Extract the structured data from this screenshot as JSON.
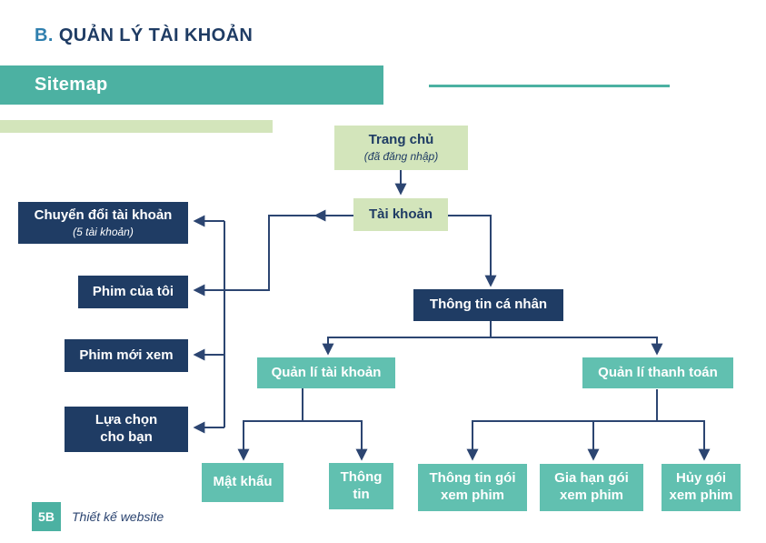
{
  "header": {
    "section_prefix": "B.",
    "section_title": "QUẢN LÝ TÀI KHOẢN",
    "banner_label": "Sitemap"
  },
  "nodes": {
    "home": {
      "label": "Trang chủ",
      "note": "(đã đăng nhập)"
    },
    "account": {
      "label": "Tài khoản"
    },
    "switch_account": {
      "label": "Chuyển đổi tài khoản",
      "note": "(5 tài khoản)"
    },
    "my_movies": {
      "label": "Phim của tôi"
    },
    "recently_watched": {
      "label": "Phim mới xem"
    },
    "picks_for_you": {
      "label": "Lựa chọn cho bạn"
    },
    "personal_info": {
      "label": "Thông tin cá nhân"
    },
    "account_management": {
      "label": "Quản lí tài khoản"
    },
    "payment_management": {
      "label": "Quản lí thanh toán"
    },
    "password": {
      "label": "Mật khẩu"
    },
    "info": {
      "label": "Thông tin"
    },
    "plan_info": {
      "label": "Thông tin gói xem phim"
    },
    "plan_renewal": {
      "label": "Gia hạn gói xem phim"
    },
    "plan_cancel": {
      "label": "Hủy gói xem phim"
    }
  },
  "footer": {
    "logo": "5B",
    "caption": "Thiết kế website"
  },
  "colors": {
    "teal": "#4CB1A2",
    "teal_box": "#61C0B0",
    "light_green": "#D3E5BB",
    "navy": "#1F3C64",
    "line": "#2C4571",
    "accent_blue": "#2F7FAE"
  }
}
